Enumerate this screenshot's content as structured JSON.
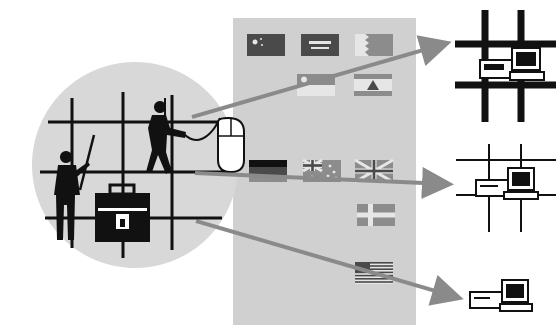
{
  "colors": {
    "background": "#ffffff",
    "circle": "#d8d8d8",
    "panel": "#d0d0d0",
    "arrow": "#8a8a8a",
    "ink": "#111111",
    "flag_dark": "#4a4a4a",
    "flag_mid": "#8c8c8c",
    "flag_light": "#e6e6e6"
  },
  "panel": {
    "flags": [
      {
        "name": "flag-china",
        "pattern": "china"
      },
      {
        "name": "flag-saudi-arabia",
        "pattern": "saudi"
      },
      {
        "name": "flag-qatar",
        "pattern": "qatar"
      },
      {
        "name": "flag-singapore",
        "pattern": "singapore"
      },
      {
        "name": "flag-lebanon",
        "pattern": "lebanon"
      },
      {
        "name": "flag-germany",
        "pattern": "germany"
      },
      {
        "name": "flag-australia",
        "pattern": "australia"
      },
      {
        "name": "flag-united-kingdom",
        "pattern": "uk"
      },
      {
        "name": "flag-sweden",
        "pattern": "sweden"
      },
      {
        "name": "flag-united-states",
        "pattern": "usa"
      }
    ]
  },
  "icons": {
    "soldier": "soldier-icon",
    "worker": "person-with-mouse-icon",
    "mouse": "computer-mouse-icon",
    "briefcase": "briefcase-icon",
    "computers": "desktop-computer-icon"
  },
  "network_density": [
    "dense-grid",
    "medium-grid",
    "no-grid"
  ]
}
